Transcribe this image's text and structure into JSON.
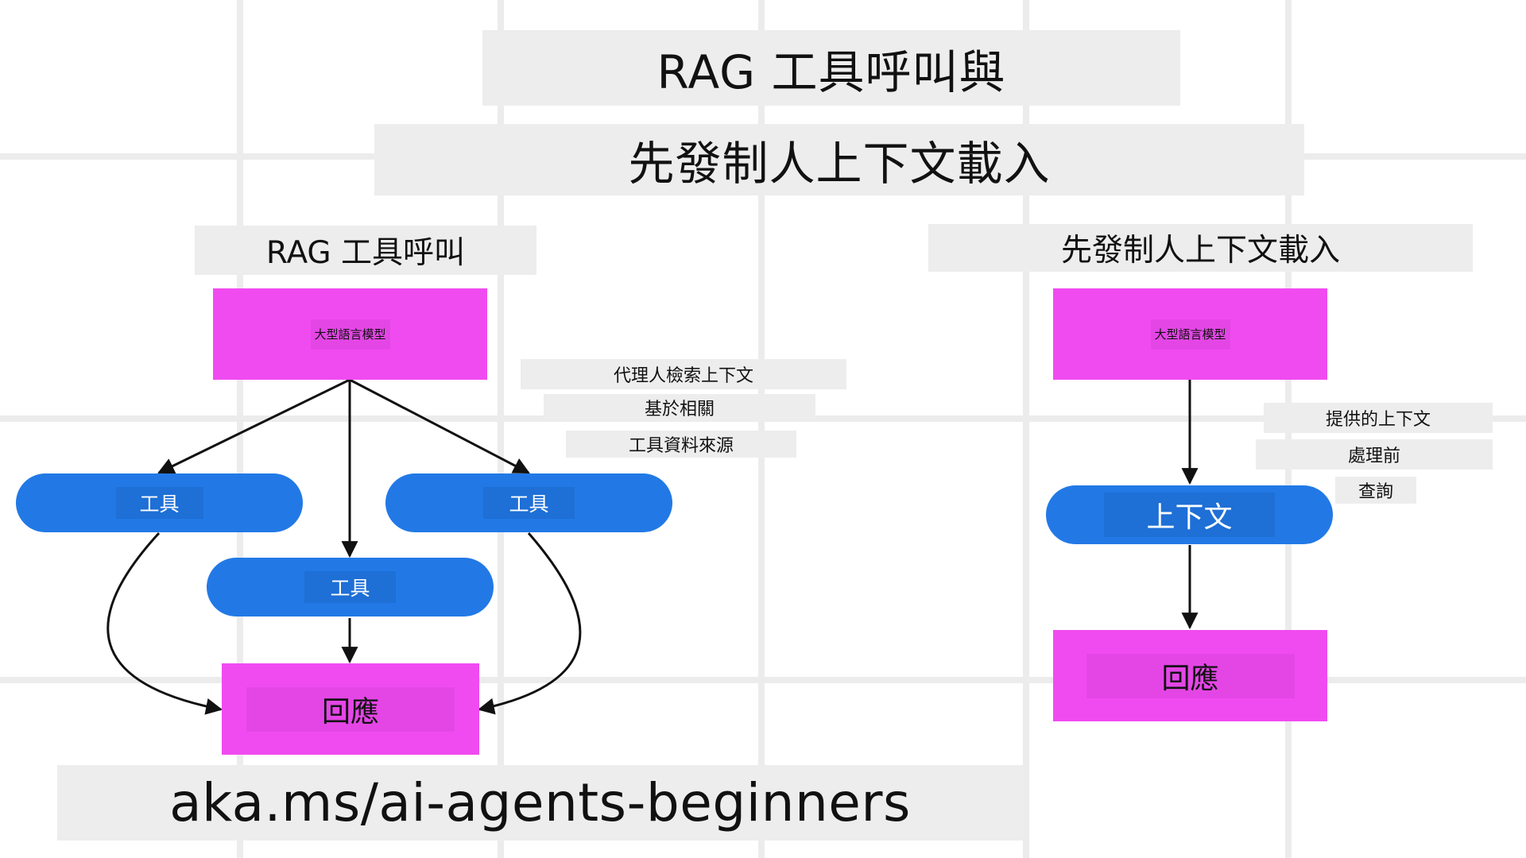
{
  "title": {
    "line1": "RAG 工具呼叫與",
    "line2": "先發制人上下文載入"
  },
  "left_panel": {
    "heading": "RAG 工具呼叫",
    "llm_label": "大型語言模型",
    "tool_left_label": "工具",
    "tool_center_label": "工具",
    "tool_right_label": "工具",
    "response_label": "回應",
    "note_lines": [
      "代理人檢索上下文",
      "基於相關",
      "工具資料來源"
    ]
  },
  "right_panel": {
    "heading": "先發制人上下文載入",
    "llm_label": "大型語言模型",
    "context_label": "上下文",
    "response_label": "回應",
    "note_lines": [
      "提供的上下文",
      "處理前",
      "查詢"
    ]
  },
  "footer": {
    "url": "aka.ms/ai-agents-beginners"
  },
  "colors": {
    "llm_box": "#f04bf0",
    "pill": "#2279e6",
    "label_background": "#ededed"
  }
}
